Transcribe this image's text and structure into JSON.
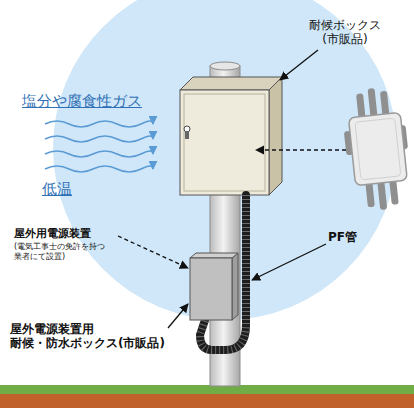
{
  "diagram": {
    "labels": [
      "耐候ボックス (市販品)",
      "塩分や腐食性ガス",
      "低温",
      "屋外用電源装置",
      "(電気工事士の免許を持つ 業者にて設置)",
      "PF管",
      "屋外電源装置用 耐候・防水ボックス(市販品)"
    ]
  }
}
